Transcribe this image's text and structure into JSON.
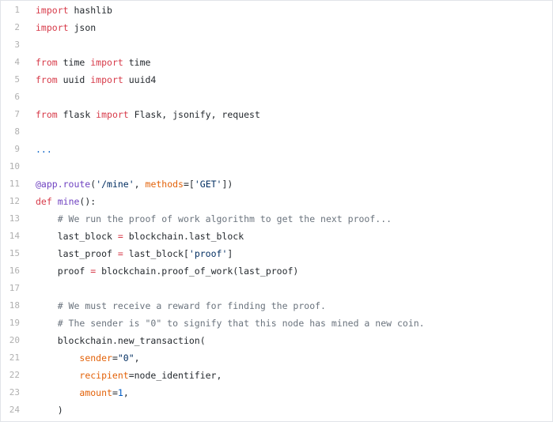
{
  "code": {
    "lines": [
      {
        "number": "1",
        "indent": "",
        "tokens": [
          {
            "t": "import",
            "c": "keyword"
          },
          {
            "t": " hashlib",
            "c": "plain"
          }
        ]
      },
      {
        "number": "2",
        "indent": "",
        "tokens": [
          {
            "t": "import",
            "c": "keyword"
          },
          {
            "t": " json",
            "c": "plain"
          }
        ]
      },
      {
        "number": "3",
        "indent": "",
        "tokens": []
      },
      {
        "number": "4",
        "indent": "",
        "tokens": [
          {
            "t": "from",
            "c": "keyword"
          },
          {
            "t": " time ",
            "c": "plain"
          },
          {
            "t": "import",
            "c": "keyword"
          },
          {
            "t": " time",
            "c": "plain"
          }
        ]
      },
      {
        "number": "5",
        "indent": "",
        "tokens": [
          {
            "t": "from",
            "c": "keyword"
          },
          {
            "t": " uuid ",
            "c": "plain"
          },
          {
            "t": "import",
            "c": "keyword"
          },
          {
            "t": " uuid4",
            "c": "plain"
          }
        ]
      },
      {
        "number": "6",
        "indent": "",
        "tokens": []
      },
      {
        "number": "7",
        "indent": "",
        "tokens": [
          {
            "t": "from",
            "c": "keyword"
          },
          {
            "t": " flask ",
            "c": "plain"
          },
          {
            "t": "import",
            "c": "keyword"
          },
          {
            "t": " Flask, jsonify, request",
            "c": "plain"
          }
        ]
      },
      {
        "number": "8",
        "indent": "",
        "tokens": []
      },
      {
        "number": "9",
        "indent": "",
        "tokens": [
          {
            "t": "...",
            "c": "number"
          }
        ]
      },
      {
        "number": "10",
        "indent": "",
        "tokens": []
      },
      {
        "number": "11",
        "indent": "",
        "tokens": [
          {
            "t": "@app.route",
            "c": "decorator"
          },
          {
            "t": "(",
            "c": "plain"
          },
          {
            "t": "'/mine'",
            "c": "string"
          },
          {
            "t": ", ",
            "c": "plain"
          },
          {
            "t": "methods",
            "c": "kwarg"
          },
          {
            "t": "=[",
            "c": "plain"
          },
          {
            "t": "'GET'",
            "c": "string"
          },
          {
            "t": "])",
            "c": "plain"
          }
        ]
      },
      {
        "number": "12",
        "indent": "",
        "tokens": [
          {
            "t": "def",
            "c": "keyword"
          },
          {
            "t": " ",
            "c": "plain"
          },
          {
            "t": "mine",
            "c": "func"
          },
          {
            "t": "():",
            "c": "plain"
          }
        ]
      },
      {
        "number": "13",
        "indent": "    ",
        "tokens": [
          {
            "t": "# We run the proof of work algorithm to get the next proof...",
            "c": "comment"
          }
        ]
      },
      {
        "number": "14",
        "indent": "    ",
        "tokens": [
          {
            "t": "last_block ",
            "c": "plain"
          },
          {
            "t": "=",
            "c": "keyword"
          },
          {
            "t": " blockchain.last_block",
            "c": "plain"
          }
        ]
      },
      {
        "number": "15",
        "indent": "    ",
        "tokens": [
          {
            "t": "last_proof ",
            "c": "plain"
          },
          {
            "t": "=",
            "c": "keyword"
          },
          {
            "t": " last_block[",
            "c": "plain"
          },
          {
            "t": "'proof'",
            "c": "string"
          },
          {
            "t": "]",
            "c": "plain"
          }
        ]
      },
      {
        "number": "16",
        "indent": "    ",
        "tokens": [
          {
            "t": "proof ",
            "c": "plain"
          },
          {
            "t": "=",
            "c": "keyword"
          },
          {
            "t": " blockchain.proof_of_work(last_proof)",
            "c": "plain"
          }
        ]
      },
      {
        "number": "17",
        "indent": "",
        "tokens": []
      },
      {
        "number": "18",
        "indent": "    ",
        "tokens": [
          {
            "t": "# We must receive a reward for finding the proof.",
            "c": "comment"
          }
        ]
      },
      {
        "number": "19",
        "indent": "    ",
        "tokens": [
          {
            "t": "# The sender is \"0\" to signify that this node has mined a new coin.",
            "c": "comment"
          }
        ]
      },
      {
        "number": "20",
        "indent": "    ",
        "tokens": [
          {
            "t": "blockchain.new_transaction(",
            "c": "plain"
          }
        ]
      },
      {
        "number": "21",
        "indent": "        ",
        "tokens": [
          {
            "t": "sender",
            "c": "kwarg"
          },
          {
            "t": "=",
            "c": "plain"
          },
          {
            "t": "\"0\"",
            "c": "string"
          },
          {
            "t": ",",
            "c": "plain"
          }
        ]
      },
      {
        "number": "22",
        "indent": "        ",
        "tokens": [
          {
            "t": "recipient",
            "c": "kwarg"
          },
          {
            "t": "=node_identifier,",
            "c": "plain"
          }
        ]
      },
      {
        "number": "23",
        "indent": "        ",
        "tokens": [
          {
            "t": "amount",
            "c": "kwarg"
          },
          {
            "t": "=",
            "c": "plain"
          },
          {
            "t": "1",
            "c": "number"
          },
          {
            "t": ",",
            "c": "plain"
          }
        ]
      },
      {
        "number": "24",
        "indent": "    ",
        "tokens": [
          {
            "t": ")",
            "c": "plain"
          }
        ]
      }
    ]
  }
}
